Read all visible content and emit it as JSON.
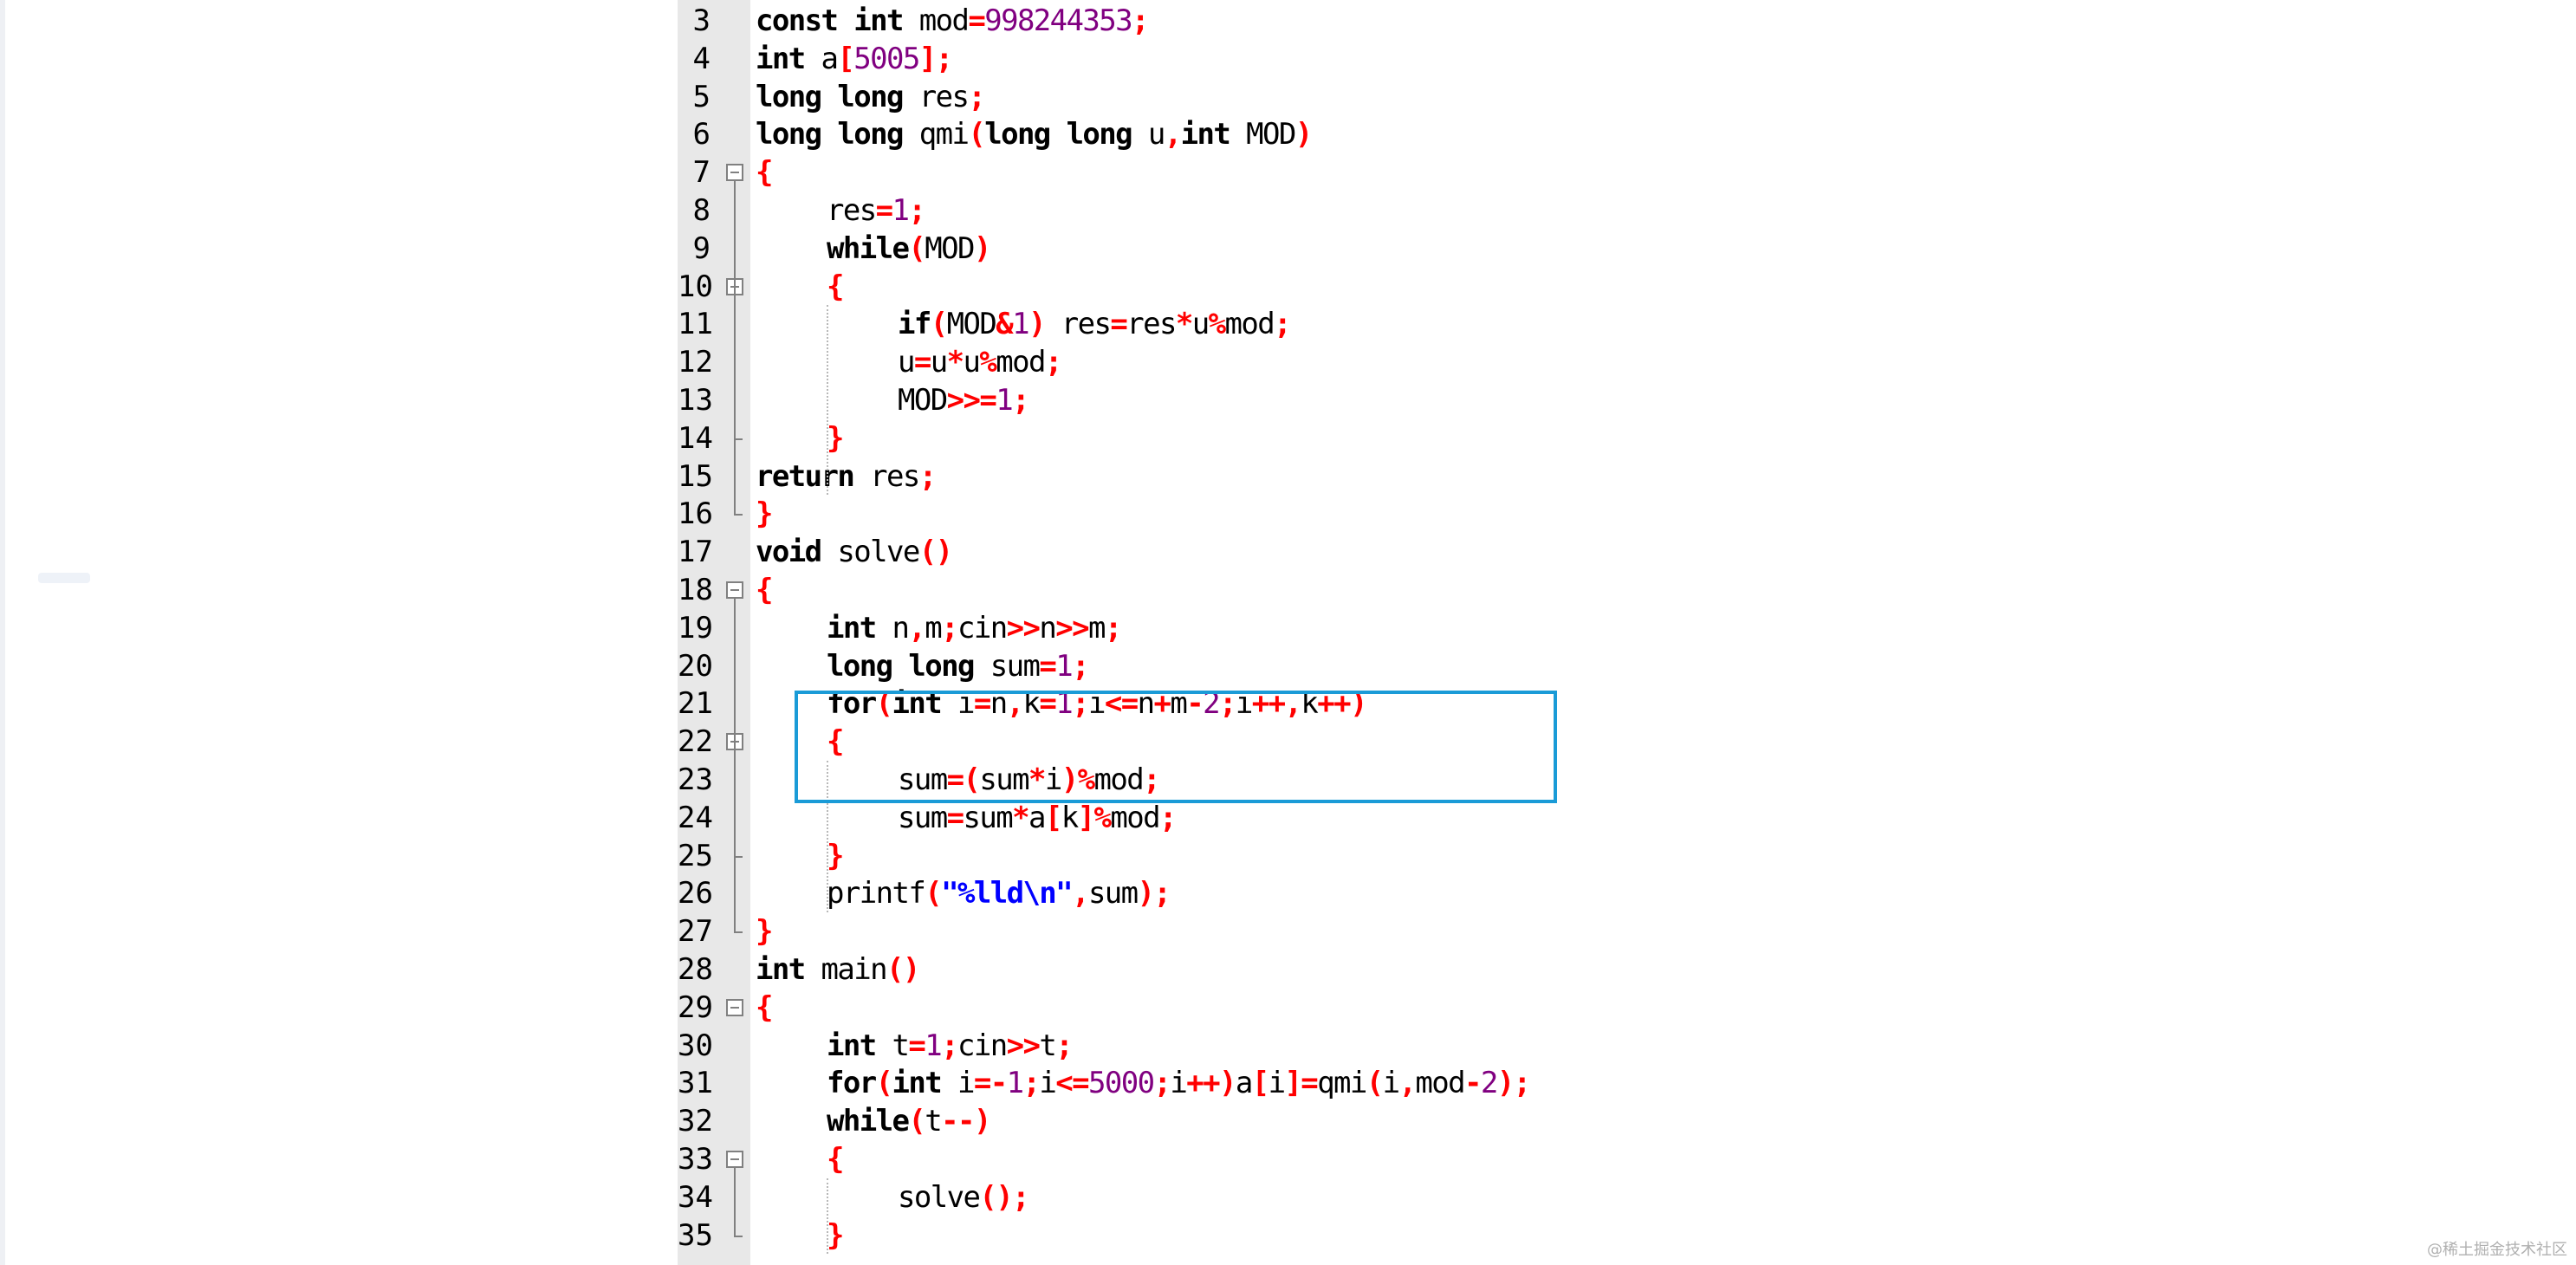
{
  "editor": {
    "lines": [
      {
        "n": "3",
        "fold": "",
        "indent": 0,
        "tokens": [
          [
            "kw",
            "const"
          ],
          [
            "id",
            " "
          ],
          [
            "kw",
            "int"
          ],
          [
            "id",
            " mod"
          ],
          [
            "op",
            "="
          ],
          [
            "num",
            "998244353"
          ],
          [
            "op",
            ";"
          ]
        ]
      },
      {
        "n": "4",
        "fold": "",
        "indent": 0,
        "tokens": [
          [
            "kw",
            "int"
          ],
          [
            "id",
            " a"
          ],
          [
            "op",
            "["
          ],
          [
            "num",
            "5005"
          ],
          [
            "op",
            "];"
          ]
        ]
      },
      {
        "n": "5",
        "fold": "",
        "indent": 0,
        "tokens": [
          [
            "kw",
            "long"
          ],
          [
            "id",
            " "
          ],
          [
            "kw",
            "long"
          ],
          [
            "id",
            " res"
          ],
          [
            "op",
            ";"
          ]
        ]
      },
      {
        "n": "6",
        "fold": "",
        "indent": 0,
        "tokens": [
          [
            "kw",
            "long"
          ],
          [
            "id",
            " "
          ],
          [
            "kw",
            "long"
          ],
          [
            "id",
            " qmi"
          ],
          [
            "op",
            "("
          ],
          [
            "kw",
            "long"
          ],
          [
            "id",
            " "
          ],
          [
            "kw",
            "long"
          ],
          [
            "id",
            " u"
          ],
          [
            "op",
            ","
          ],
          [
            "kw",
            "int"
          ],
          [
            "id",
            " MOD"
          ],
          [
            "op",
            ")"
          ]
        ]
      },
      {
        "n": "7",
        "fold": "open",
        "indent": 0,
        "tokens": [
          [
            "op",
            "{"
          ]
        ]
      },
      {
        "n": "8",
        "fold": "",
        "indent": 1,
        "tokens": [
          [
            "id",
            "res"
          ],
          [
            "op",
            "="
          ],
          [
            "num",
            "1"
          ],
          [
            "op",
            ";"
          ]
        ]
      },
      {
        "n": "9",
        "fold": "",
        "indent": 1,
        "tokens": [
          [
            "kw",
            "while"
          ],
          [
            "op",
            "("
          ],
          [
            "id",
            "MOD"
          ],
          [
            "op",
            ")"
          ]
        ]
      },
      {
        "n": "10",
        "fold": "open",
        "indent": 1,
        "tokens": [
          [
            "op",
            "{"
          ]
        ]
      },
      {
        "n": "11",
        "fold": "",
        "indent": 2,
        "tokens": [
          [
            "kw",
            "if"
          ],
          [
            "op",
            "("
          ],
          [
            "id",
            "MOD"
          ],
          [
            "op",
            "&"
          ],
          [
            "num",
            "1"
          ],
          [
            "op",
            ")"
          ],
          [
            "id",
            " res"
          ],
          [
            "op",
            "="
          ],
          [
            "id",
            "res"
          ],
          [
            "op",
            "*"
          ],
          [
            "id",
            "u"
          ],
          [
            "op",
            "%"
          ],
          [
            "id",
            "mod"
          ],
          [
            "op",
            ";"
          ]
        ]
      },
      {
        "n": "12",
        "fold": "",
        "indent": 2,
        "tokens": [
          [
            "id",
            "u"
          ],
          [
            "op",
            "="
          ],
          [
            "id",
            "u"
          ],
          [
            "op",
            "*"
          ],
          [
            "id",
            "u"
          ],
          [
            "op",
            "%"
          ],
          [
            "id",
            "mod"
          ],
          [
            "op",
            ";"
          ]
        ]
      },
      {
        "n": "13",
        "fold": "",
        "indent": 2,
        "tokens": [
          [
            "id",
            "MOD"
          ],
          [
            "op",
            ">>="
          ],
          [
            "num",
            "1"
          ],
          [
            "op",
            ";"
          ]
        ]
      },
      {
        "n": "14",
        "fold": "close",
        "indent": 1,
        "tokens": [
          [
            "op",
            "}"
          ]
        ]
      },
      {
        "n": "15",
        "fold": "",
        "indent": 0,
        "tokens": [
          [
            "kw",
            "return"
          ],
          [
            "id",
            " res"
          ],
          [
            "op",
            ";"
          ]
        ]
      },
      {
        "n": "16",
        "fold": "end",
        "indent": 0,
        "tokens": [
          [
            "op",
            "}"
          ]
        ]
      },
      {
        "n": "17",
        "fold": "",
        "indent": 0,
        "tokens": [
          [
            "kw",
            "void"
          ],
          [
            "id",
            " solve"
          ],
          [
            "op",
            "()"
          ]
        ]
      },
      {
        "n": "18",
        "fold": "open",
        "indent": 0,
        "tokens": [
          [
            "op",
            "{"
          ]
        ]
      },
      {
        "n": "19",
        "fold": "",
        "indent": 1,
        "tokens": [
          [
            "kw",
            "int"
          ],
          [
            "id",
            " n"
          ],
          [
            "op",
            ","
          ],
          [
            "id",
            "m"
          ],
          [
            "op",
            ";"
          ],
          [
            "id",
            "cin"
          ],
          [
            "op",
            ">>"
          ],
          [
            "id",
            "n"
          ],
          [
            "op",
            ">>"
          ],
          [
            "id",
            "m"
          ],
          [
            "op",
            ";"
          ]
        ]
      },
      {
        "n": "20",
        "fold": "",
        "indent": 1,
        "tokens": [
          [
            "kw",
            "long"
          ],
          [
            "id",
            " "
          ],
          [
            "kw",
            "long"
          ],
          [
            "id",
            " sum"
          ],
          [
            "op",
            "="
          ],
          [
            "num",
            "1"
          ],
          [
            "op",
            ";"
          ]
        ]
      },
      {
        "n": "21",
        "fold": "",
        "indent": 1,
        "tokens": [
          [
            "kw",
            "for"
          ],
          [
            "op",
            "("
          ],
          [
            "kw",
            "int"
          ],
          [
            "id",
            " i"
          ],
          [
            "op",
            "="
          ],
          [
            "id",
            "n"
          ],
          [
            "op",
            ","
          ],
          [
            "id",
            "k"
          ],
          [
            "op",
            "="
          ],
          [
            "num",
            "1"
          ],
          [
            "op",
            ";"
          ],
          [
            "id",
            "i"
          ],
          [
            "op",
            "<="
          ],
          [
            "id",
            "n"
          ],
          [
            "op",
            "+"
          ],
          [
            "id",
            "m"
          ],
          [
            "op",
            "-"
          ],
          [
            "num",
            "2"
          ],
          [
            "op",
            ";"
          ],
          [
            "id",
            "i"
          ],
          [
            "op",
            "++,"
          ],
          [
            "id",
            "k"
          ],
          [
            "op",
            "++)"
          ]
        ]
      },
      {
        "n": "22",
        "fold": "open",
        "indent": 1,
        "tokens": [
          [
            "op",
            "{"
          ]
        ]
      },
      {
        "n": "23",
        "fold": "",
        "indent": 2,
        "tokens": [
          [
            "id",
            "sum"
          ],
          [
            "op",
            "=("
          ],
          [
            "id",
            "sum"
          ],
          [
            "op",
            "*"
          ],
          [
            "id",
            "i"
          ],
          [
            "op",
            ")%"
          ],
          [
            "id",
            "mod"
          ],
          [
            "op",
            ";"
          ]
        ]
      },
      {
        "n": "24",
        "fold": "",
        "indent": 2,
        "tokens": [
          [
            "id",
            "sum"
          ],
          [
            "op",
            "="
          ],
          [
            "id",
            "sum"
          ],
          [
            "op",
            "*"
          ],
          [
            "id",
            "a"
          ],
          [
            "op",
            "["
          ],
          [
            "id",
            "k"
          ],
          [
            "op",
            "]%"
          ],
          [
            "id",
            "mod"
          ],
          [
            "op",
            ";"
          ]
        ]
      },
      {
        "n": "25",
        "fold": "close",
        "indent": 1,
        "tokens": [
          [
            "op",
            "}"
          ]
        ]
      },
      {
        "n": "26",
        "fold": "",
        "indent": 1,
        "tokens": [
          [
            "id",
            "printf"
          ],
          [
            "op",
            "("
          ],
          [
            "str",
            "\"%lld\\n\""
          ],
          [
            "op",
            ","
          ],
          [
            "id",
            "sum"
          ],
          [
            "op",
            ");"
          ]
        ]
      },
      {
        "n": "27",
        "fold": "end",
        "indent": 0,
        "tokens": [
          [
            "op",
            "}"
          ]
        ]
      },
      {
        "n": "28",
        "fold": "",
        "indent": 0,
        "tokens": [
          [
            "kw",
            "int"
          ],
          [
            "id",
            " main"
          ],
          [
            "op",
            "()"
          ]
        ]
      },
      {
        "n": "29",
        "fold": "open",
        "indent": 0,
        "tokens": [
          [
            "op",
            "{"
          ]
        ]
      },
      {
        "n": "30",
        "fold": "",
        "indent": 1,
        "tokens": [
          [
            "kw",
            "int"
          ],
          [
            "id",
            " t"
          ],
          [
            "op",
            "="
          ],
          [
            "num",
            "1"
          ],
          [
            "op",
            ";"
          ],
          [
            "id",
            "cin"
          ],
          [
            "op",
            ">>"
          ],
          [
            "id",
            "t"
          ],
          [
            "op",
            ";"
          ]
        ]
      },
      {
        "n": "31",
        "fold": "",
        "indent": 1,
        "tokens": [
          [
            "kw",
            "for"
          ],
          [
            "op",
            "("
          ],
          [
            "kw",
            "int"
          ],
          [
            "id",
            " i"
          ],
          [
            "op",
            "=-"
          ],
          [
            "num",
            "1"
          ],
          [
            "op",
            ";"
          ],
          [
            "id",
            "i"
          ],
          [
            "op",
            "<="
          ],
          [
            "num",
            "5000"
          ],
          [
            "op",
            ";"
          ],
          [
            "id",
            "i"
          ],
          [
            "op",
            "++)"
          ],
          [
            "id",
            "a"
          ],
          [
            "op",
            "["
          ],
          [
            "id",
            "i"
          ],
          [
            "op",
            "]="
          ],
          [
            "id",
            "qmi"
          ],
          [
            "op",
            "("
          ],
          [
            "id",
            "i"
          ],
          [
            "op",
            ","
          ],
          [
            "id",
            "mod"
          ],
          [
            "op",
            "-"
          ],
          [
            "num",
            "2"
          ],
          [
            "op",
            ");"
          ]
        ]
      },
      {
        "n": "32",
        "fold": "",
        "indent": 1,
        "tokens": [
          [
            "kw",
            "while"
          ],
          [
            "op",
            "("
          ],
          [
            "id",
            "t"
          ],
          [
            "op",
            "--)"
          ]
        ]
      },
      {
        "n": "33",
        "fold": "open",
        "indent": 1,
        "tokens": [
          [
            "op",
            "{"
          ]
        ]
      },
      {
        "n": "34",
        "fold": "",
        "indent": 2,
        "tokens": [
          [
            "id",
            "solve"
          ],
          [
            "op",
            "();"
          ]
        ]
      },
      {
        "n": "35",
        "fold": "close",
        "indent": 1,
        "tokens": [
          [
            "op",
            "}"
          ]
        ]
      }
    ]
  },
  "watermark": "@稀土掘金技术社区",
  "colors": {
    "keyword": "#000000",
    "operator": "#ff0000",
    "number": "#800080",
    "string": "#0000ff",
    "gutter": "#e8e8e8",
    "highlight_box": "#1a9bd7"
  }
}
